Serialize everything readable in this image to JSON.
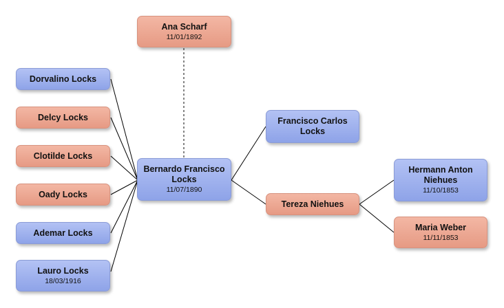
{
  "root": {
    "name": "Bernardo Francisco Locks",
    "date": "11/07/1890",
    "gender": "male"
  },
  "spouse": {
    "name": "Ana Scharf",
    "date": "11/01/1892",
    "gender": "female"
  },
  "children": [
    {
      "name": "Dorvalino Locks",
      "date": "",
      "gender": "male"
    },
    {
      "name": "Delcy Locks",
      "date": "",
      "gender": "female"
    },
    {
      "name": "Clotilde Locks",
      "date": "",
      "gender": "female"
    },
    {
      "name": "Oady Locks",
      "date": "",
      "gender": "female"
    },
    {
      "name": "Ademar Locks",
      "date": "",
      "gender": "male"
    },
    {
      "name": "Lauro Locks",
      "date": "18/03/1916",
      "gender": "male"
    }
  ],
  "parents": [
    {
      "name": "Francisco Carlos Locks",
      "date": "",
      "gender": "male"
    },
    {
      "name": "Tereza Niehues",
      "date": "",
      "gender": "female"
    }
  ],
  "grandparents": [
    {
      "name": "Hermann Anton Niehues",
      "date": "11/10/1853",
      "gender": "male"
    },
    {
      "name": "Maria Weber",
      "date": "11/11/1853",
      "gender": "female"
    }
  ],
  "colors": {
    "male": "#9aaeee",
    "female": "#eda58f",
    "line": "#000000"
  }
}
